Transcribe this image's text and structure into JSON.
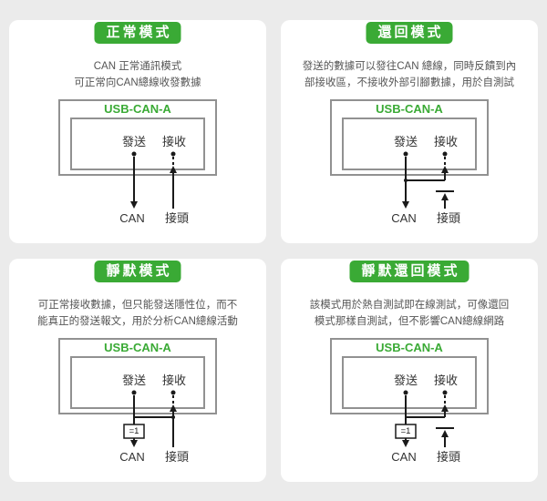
{
  "page": {
    "background_color": "#ebebeb",
    "accent_green": "#3aaa35",
    "line_color": "#1a1a1a",
    "box_border_color": "#919191"
  },
  "panels": [
    {
      "mode": "normal",
      "title": "正常模式",
      "description": [
        "CAN 正常通訊模式",
        "可正常向CAN總線收發數據"
      ],
      "device_label": "USB-CAN-A",
      "tx_label": "發送",
      "rx_label": "接收",
      "connector_label_left": "CAN",
      "connector_label_right": "接頭"
    },
    {
      "mode": "loopback",
      "title": "還回模式",
      "description": [
        "發送的數據可以發往CAN 總線，同時反饋到內",
        "部接收區，不接收外部引腳數據，用於自測試"
      ],
      "device_label": "USB-CAN-A",
      "tx_label": "發送",
      "rx_label": "接收",
      "connector_label_left": "CAN",
      "connector_label_right": "接頭"
    },
    {
      "mode": "silent",
      "title": "靜默模式",
      "description": [
        "可正常接收數據，但只能發送隱性位，而不",
        "能真正的發送報文，用於分析CAN總線活動"
      ],
      "device_label": "USB-CAN-A",
      "tx_label": "發送",
      "rx_label": "接收",
      "recessive_label": "=1",
      "connector_label_left": "CAN",
      "connector_label_right": "接頭"
    },
    {
      "mode": "silent-loopback",
      "title": "靜默還回模式",
      "description": [
        "該模式用於熱自測試即在線測試，可像還回",
        "模式那樣自測試，但不影響CAN總線網路"
      ],
      "device_label": "USB-CAN-A",
      "tx_label": "發送",
      "rx_label": "接收",
      "recessive_label": "=1",
      "connector_label_left": "CAN",
      "connector_label_right": "接頭"
    }
  ]
}
